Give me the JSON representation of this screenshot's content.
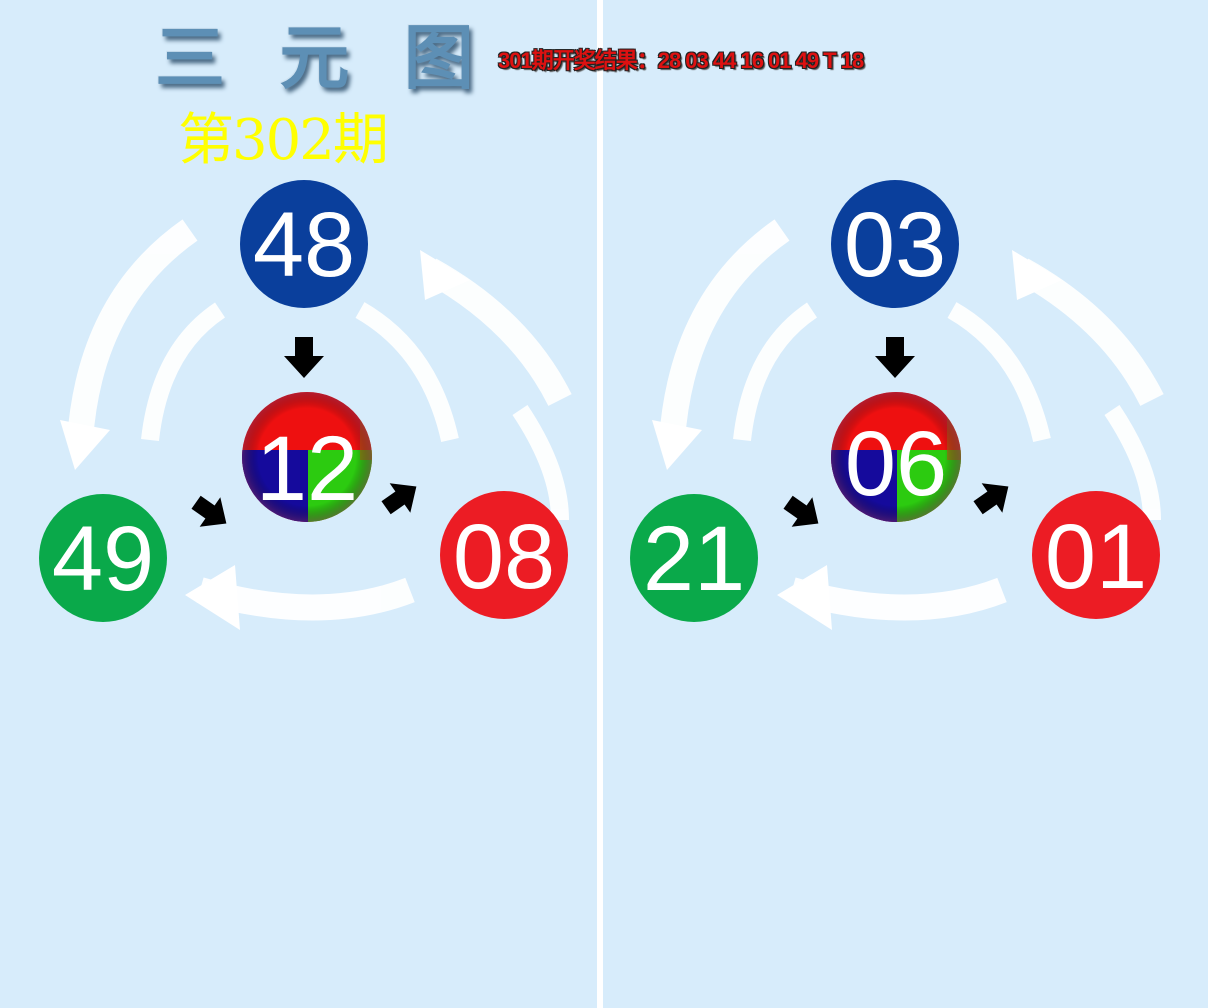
{
  "header": {
    "title": "三 元 图",
    "previous_result": "301期开奖结果：28 03 44 16 01 49 T 18",
    "period": "第302期"
  },
  "colors": {
    "background": "#d7ecfb",
    "top_ball": "#0a3f9c",
    "left_ball": "#0aa94a",
    "right_ball": "#ec1c24",
    "period_text": "#ffff00"
  },
  "panels": [
    {
      "top": "48",
      "center": "12",
      "left": "49",
      "right": "08"
    },
    {
      "top": "03",
      "center": "06",
      "left": "21",
      "right": "01"
    }
  ]
}
